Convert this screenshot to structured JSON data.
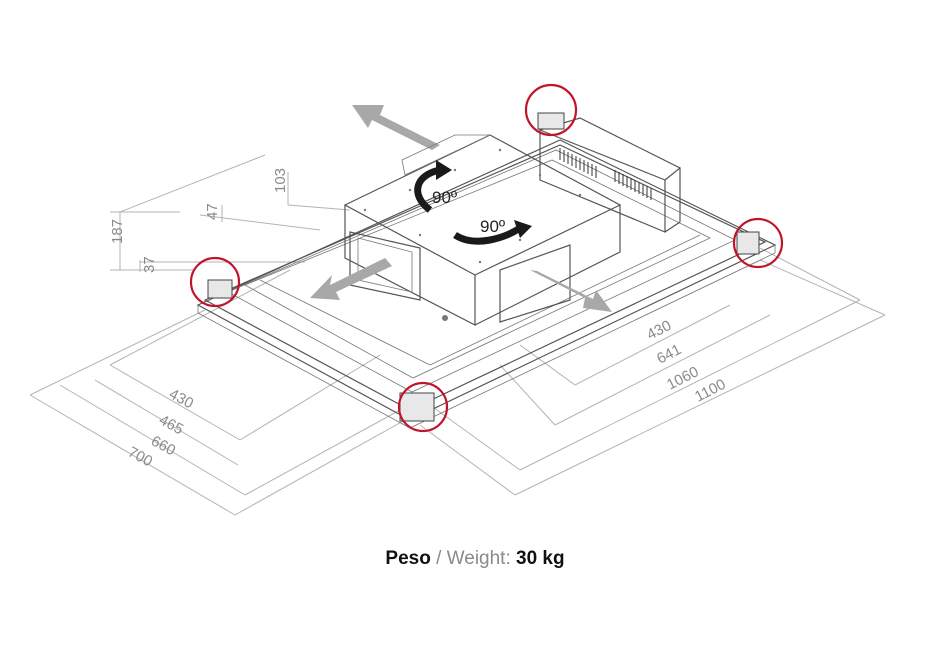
{
  "dimensions": {
    "d187": "187",
    "d103": "103",
    "d47": "47",
    "d37": "37",
    "left_430": "430",
    "left_465": "465",
    "left_660": "660",
    "left_700": "700",
    "right_430": "430",
    "right_641": "641",
    "right_1060": "1060",
    "right_1100": "1100"
  },
  "rotation_labels": {
    "vertical": "90º",
    "horizontal": "90º"
  },
  "caption": {
    "peso": "Peso",
    "separator": " / ",
    "weight_label": "Weight:",
    "value": "30 kg"
  },
  "colors": {
    "highlight_circle": "#c0142a",
    "arrow": "#a8a8a8",
    "rotation_arrow": "#1a1a1a"
  },
  "icons": [
    "airflow-arrow",
    "rotation-arrow",
    "mounting-bracket-highlight"
  ]
}
